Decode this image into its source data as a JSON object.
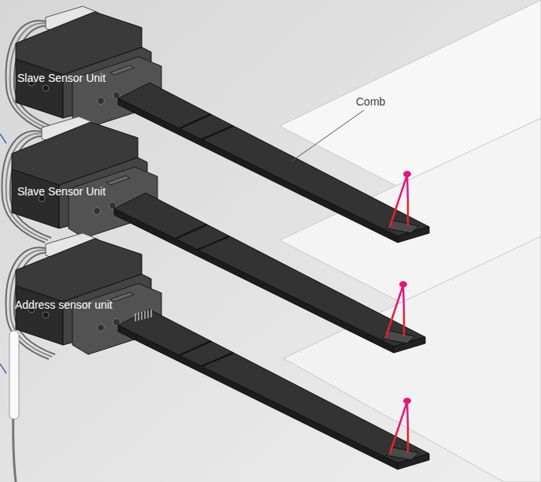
{
  "diagram": {
    "labels": [
      "Slave Sensor Unit",
      "Comb",
      "Slave Sensor Unit",
      "Address sensor unit"
    ]
  }
}
